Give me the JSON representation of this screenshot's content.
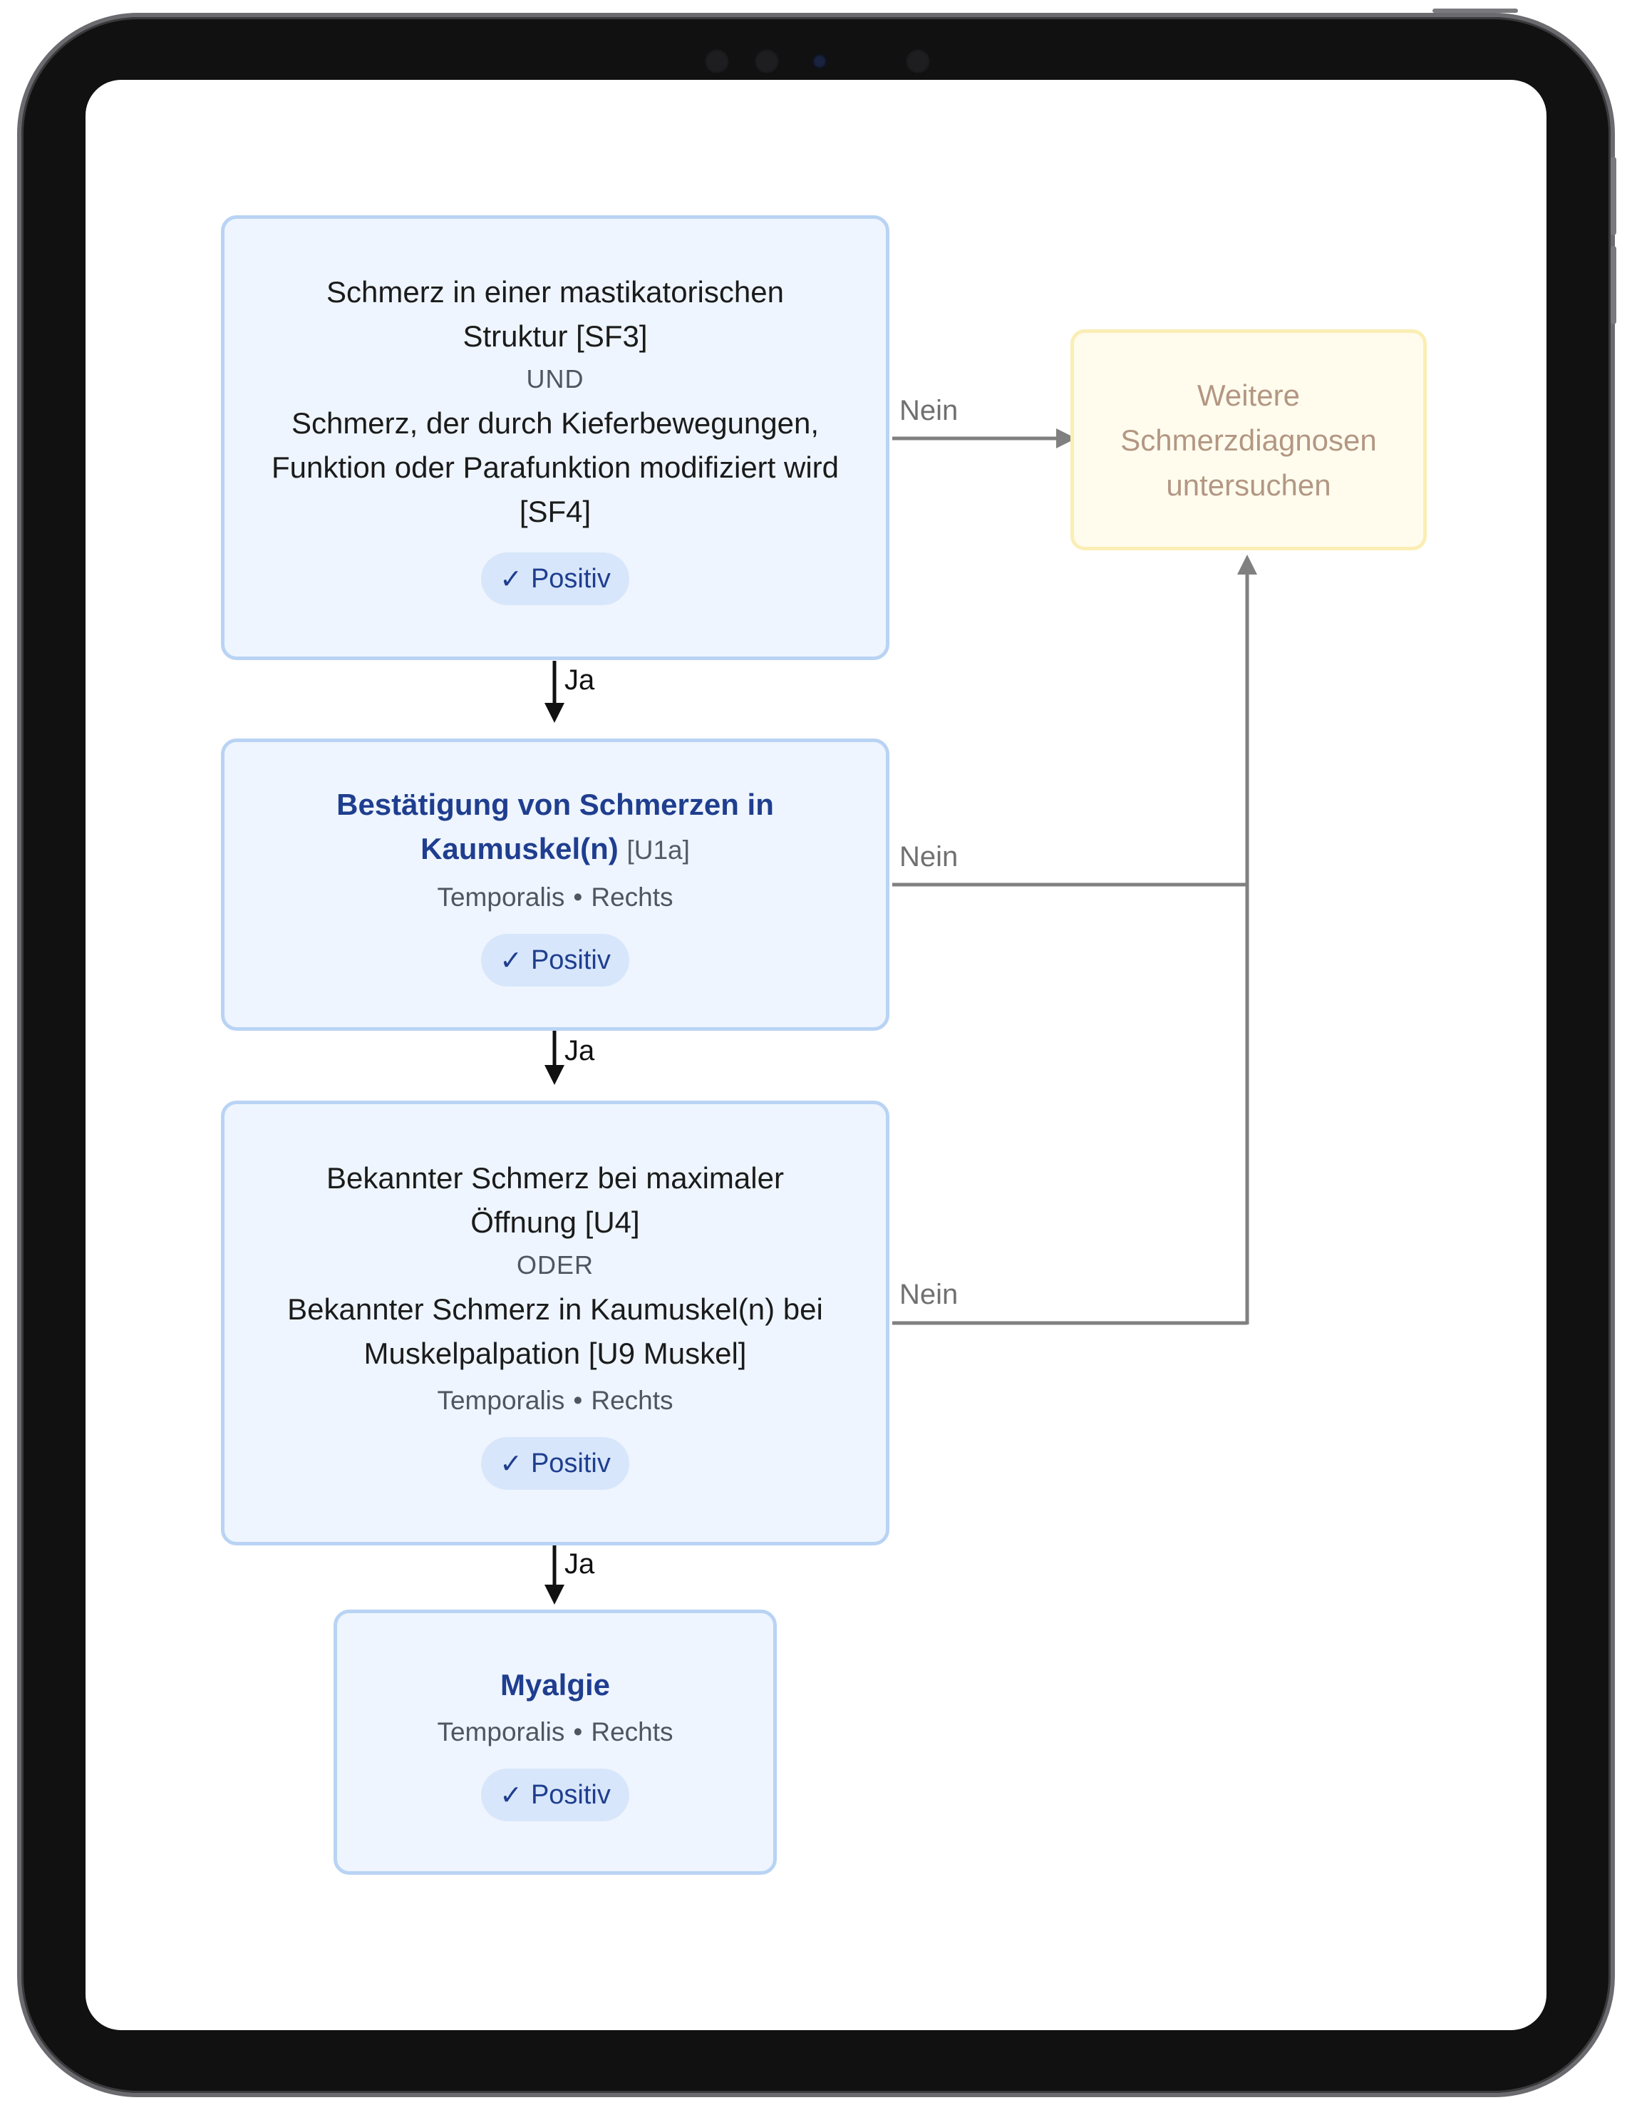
{
  "nodes": {
    "sf": {
      "line1": "Schmerz in einer mastikatorischen Struktur [SF3]",
      "connector": "UND",
      "line2": "Schmerz, der durch Kieferbewegungen, Funktion oder Parafunktion modifiziert wird [SF4]",
      "badge": "Positiv"
    },
    "u1a": {
      "title": "Bestätigung von Schmerzen in Kaumuskel(n)",
      "code": "[U1a]",
      "meta_muscle": "Temporalis",
      "meta_side": "Rechts",
      "badge": "Positiv"
    },
    "u4u9": {
      "line1": "Bekannter Schmerz bei maximaler Öffnung [U4]",
      "connector": "ODER",
      "line2": "Bekannter Schmerz in Kaumuskel(n) bei Muskelpalpation [U9 Muskel]",
      "meta_muscle": "Temporalis",
      "meta_side": "Rechts",
      "badge": "Positiv"
    },
    "myalgie": {
      "title": "Myalgie",
      "meta_muscle": "Temporalis",
      "meta_side": "Rechts",
      "badge": "Positiv"
    },
    "other": {
      "text": "Weitere Schmerzdiagnosen untersuchen"
    }
  },
  "edges": {
    "yes_label": "Ja",
    "no_label": "Nein"
  },
  "icons": {
    "badge": "checkmark-icon",
    "separator": "bullet-dot"
  },
  "colors": {
    "node_border": "#b9d3f4",
    "node_fill": "#eef5fe",
    "accent_blue": "#1f3e8f",
    "badge_fill": "#d8e6fb",
    "other_border": "#fbeeb4",
    "other_fill": "#fffcee",
    "other_text": "#b39783",
    "edge_yes": "#111111",
    "edge_no": "#808080"
  }
}
